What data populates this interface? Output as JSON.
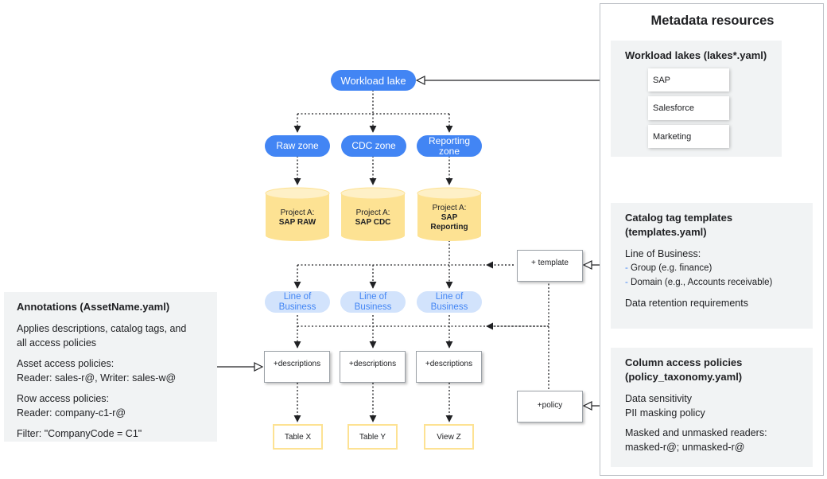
{
  "metadata": {
    "title": "Metadata resources",
    "workload_lakes": {
      "title": "Workload lakes (lakes*.yaml)",
      "items": [
        "SAP",
        "Salesforce",
        "Marketing"
      ]
    },
    "catalog": {
      "title_line1": "Catalog tag templates",
      "title_line2": "(templates.yaml)",
      "lob": "Line of Business:",
      "item1_dash": "-",
      "item1": "Group (e.g. finance)",
      "item2_dash": "-",
      "item2": "Domain (e.g., Accounts receivable)",
      "retention": "Data retention requirements"
    },
    "column": {
      "title_line1": "Column access policies",
      "title_line2": "(policy_taxonomy.yaml)",
      "sensitivity": "Data sensitivity",
      "pii": "PII masking policy",
      "readers_heading": "Masked and unmasked readers:",
      "readers": "masked-r@; unmasked-r@"
    }
  },
  "annotations": {
    "title": "Annotations (AssetName.yaml)",
    "desc_line1": "Applies descriptions, catalog tags, and",
    "desc_line2": "all access policies",
    "asset_heading": "Asset access policies:",
    "asset_text": "Reader: sales-r@, Writer: sales-w@",
    "row_heading": "Row access policies:",
    "row_text": "Reader: company-c1-r@",
    "filter": "Filter: \"CompanyCode = C1\""
  },
  "diagram": {
    "lake": "Workload lake",
    "zones": [
      {
        "line1": "Raw zone",
        "line2": ""
      },
      {
        "line1": "CDC zone",
        "line2": ""
      },
      {
        "line1": "Reporting",
        "line2": "zone"
      }
    ],
    "projects": [
      {
        "prefix": "Project A:",
        "line1": "SAP RAW",
        "line2": ""
      },
      {
        "prefix": "Project A:",
        "line1": "SAP CDC",
        "line2": ""
      },
      {
        "prefix": "Project A:",
        "line1": "SAP",
        "line2": "Reporting"
      }
    ],
    "lob": [
      {
        "line1": "Line of",
        "line2": "Business"
      },
      {
        "line1": "Line of",
        "line2": "Business"
      },
      {
        "line1": "Line of",
        "line2": "Business"
      }
    ],
    "descriptions": [
      "+descriptions",
      "+descriptions",
      "+descriptions"
    ],
    "tables": [
      "Table X",
      "Table Y",
      "View Z"
    ],
    "template": "+ template",
    "policy": "+policy"
  },
  "colors": {
    "primary_blue": "#4285f4",
    "light_blue": "#d2e3fc",
    "cylinder_fill": "#fde293",
    "cylinder_top": "#fef0c7",
    "panel_gray": "#f1f3f4"
  }
}
